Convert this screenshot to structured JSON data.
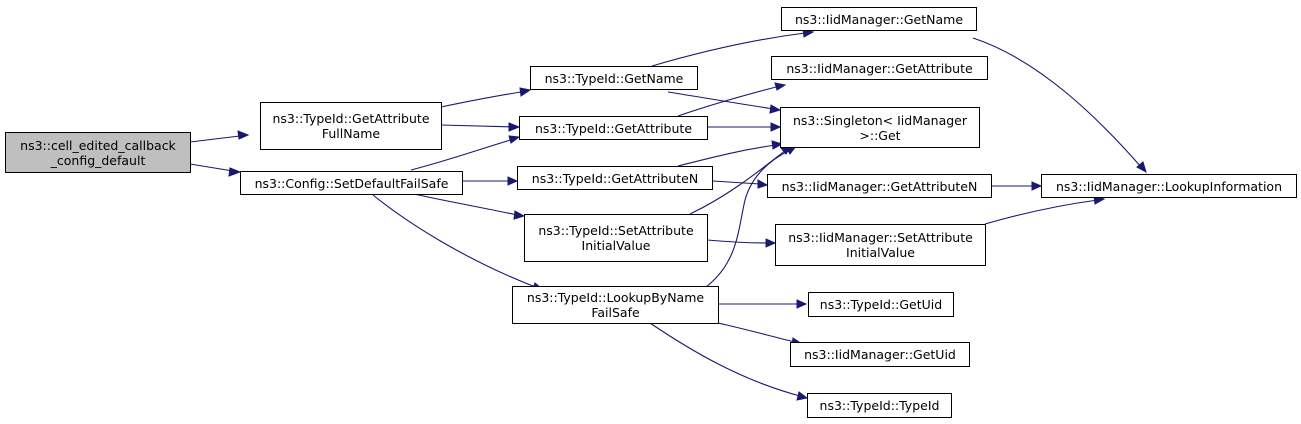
{
  "colors": {
    "edge": "#191970",
    "root_fill": "#bfbfbf",
    "node_fill": "#ffffff"
  },
  "nodes": {
    "root": [
      "ns3::cell_edited_callback",
      "_config_default"
    ],
    "get_attribute_full_name": [
      "ns3::TypeId::GetAttribute",
      "FullName"
    ],
    "set_default_fail_safe": [
      "ns3::Config::SetDefaultFailSafe"
    ],
    "typeid_get_name": [
      "ns3::TypeId::GetName"
    ],
    "typeid_get_attribute": [
      "ns3::TypeId::GetAttribute"
    ],
    "typeid_get_attribute_n": [
      "ns3::TypeId::GetAttributeN"
    ],
    "typeid_set_attribute_initial_value": [
      "ns3::TypeId::SetAttribute",
      "InitialValue"
    ],
    "typeid_lookup_by_name_fail_safe": [
      "ns3::TypeId::LookupByName",
      "FailSafe"
    ],
    "iidmanager_get_name": [
      "ns3::IidManager::GetName"
    ],
    "iidmanager_get_attribute": [
      "ns3::IidManager::GetAttribute"
    ],
    "singleton_get": [
      "ns3::Singleton< IidManager",
      ">::Get"
    ],
    "iidmanager_get_attribute_n": [
      "ns3::IidManager::GetAttributeN"
    ],
    "iidmanager_set_attribute_initial_value": [
      "ns3::IidManager::SetAttribute",
      "InitialValue"
    ],
    "typeid_get_uid": [
      "ns3::TypeId::GetUid"
    ],
    "iidmanager_get_uid": [
      "ns3::IidManager::GetUid"
    ],
    "typeid_typeid": [
      "ns3::TypeId::TypeId"
    ],
    "iidmanager_lookup_information": [
      "ns3::IidManager::LookupInformation"
    ]
  }
}
